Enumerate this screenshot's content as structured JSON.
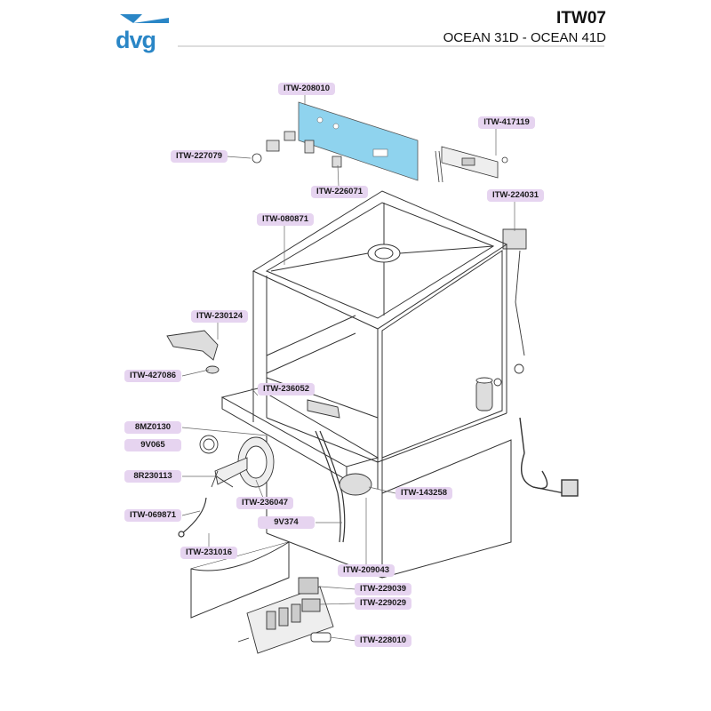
{
  "header": {
    "brand": "dvg",
    "code": "ITW07",
    "models": "OCEAN 31D - OCEAN 41D",
    "brand_color": "#2a86c6"
  },
  "label_color": "#e6d4f0",
  "highlight_color": "#8fd3ee",
  "parts": [
    {
      "id": "itw-208010",
      "code": "ITW-208010"
    },
    {
      "id": "itw-417119",
      "code": "ITW-417119"
    },
    {
      "id": "itw-227079",
      "code": "ITW-227079"
    },
    {
      "id": "itw-226071",
      "code": "ITW-226071"
    },
    {
      "id": "itw-224031",
      "code": "ITW-224031"
    },
    {
      "id": "itw-080871",
      "code": "ITW-080871"
    },
    {
      "id": "itw-230124",
      "code": "ITW-230124"
    },
    {
      "id": "itw-427086",
      "code": "ITW-427086"
    },
    {
      "id": "itw-236052",
      "code": "ITW-236052"
    },
    {
      "id": "8mz0130",
      "code": "8MZ0130"
    },
    {
      "id": "9v065",
      "code": "9V065"
    },
    {
      "id": "8r230113",
      "code": "8R230113"
    },
    {
      "id": "itw-143258",
      "code": "ITW-143258"
    },
    {
      "id": "itw-236047",
      "code": "ITW-236047"
    },
    {
      "id": "itw-069871",
      "code": "ITW-069871"
    },
    {
      "id": "9v374",
      "code": "9V374"
    },
    {
      "id": "itw-231016",
      "code": "ITW-231016"
    },
    {
      "id": "itw-209043",
      "code": "ITW-209043"
    },
    {
      "id": "itw-229039",
      "code": "ITW-229039"
    },
    {
      "id": "itw-229029",
      "code": "ITW-229029"
    },
    {
      "id": "itw-228010",
      "code": "ITW-228010"
    }
  ]
}
